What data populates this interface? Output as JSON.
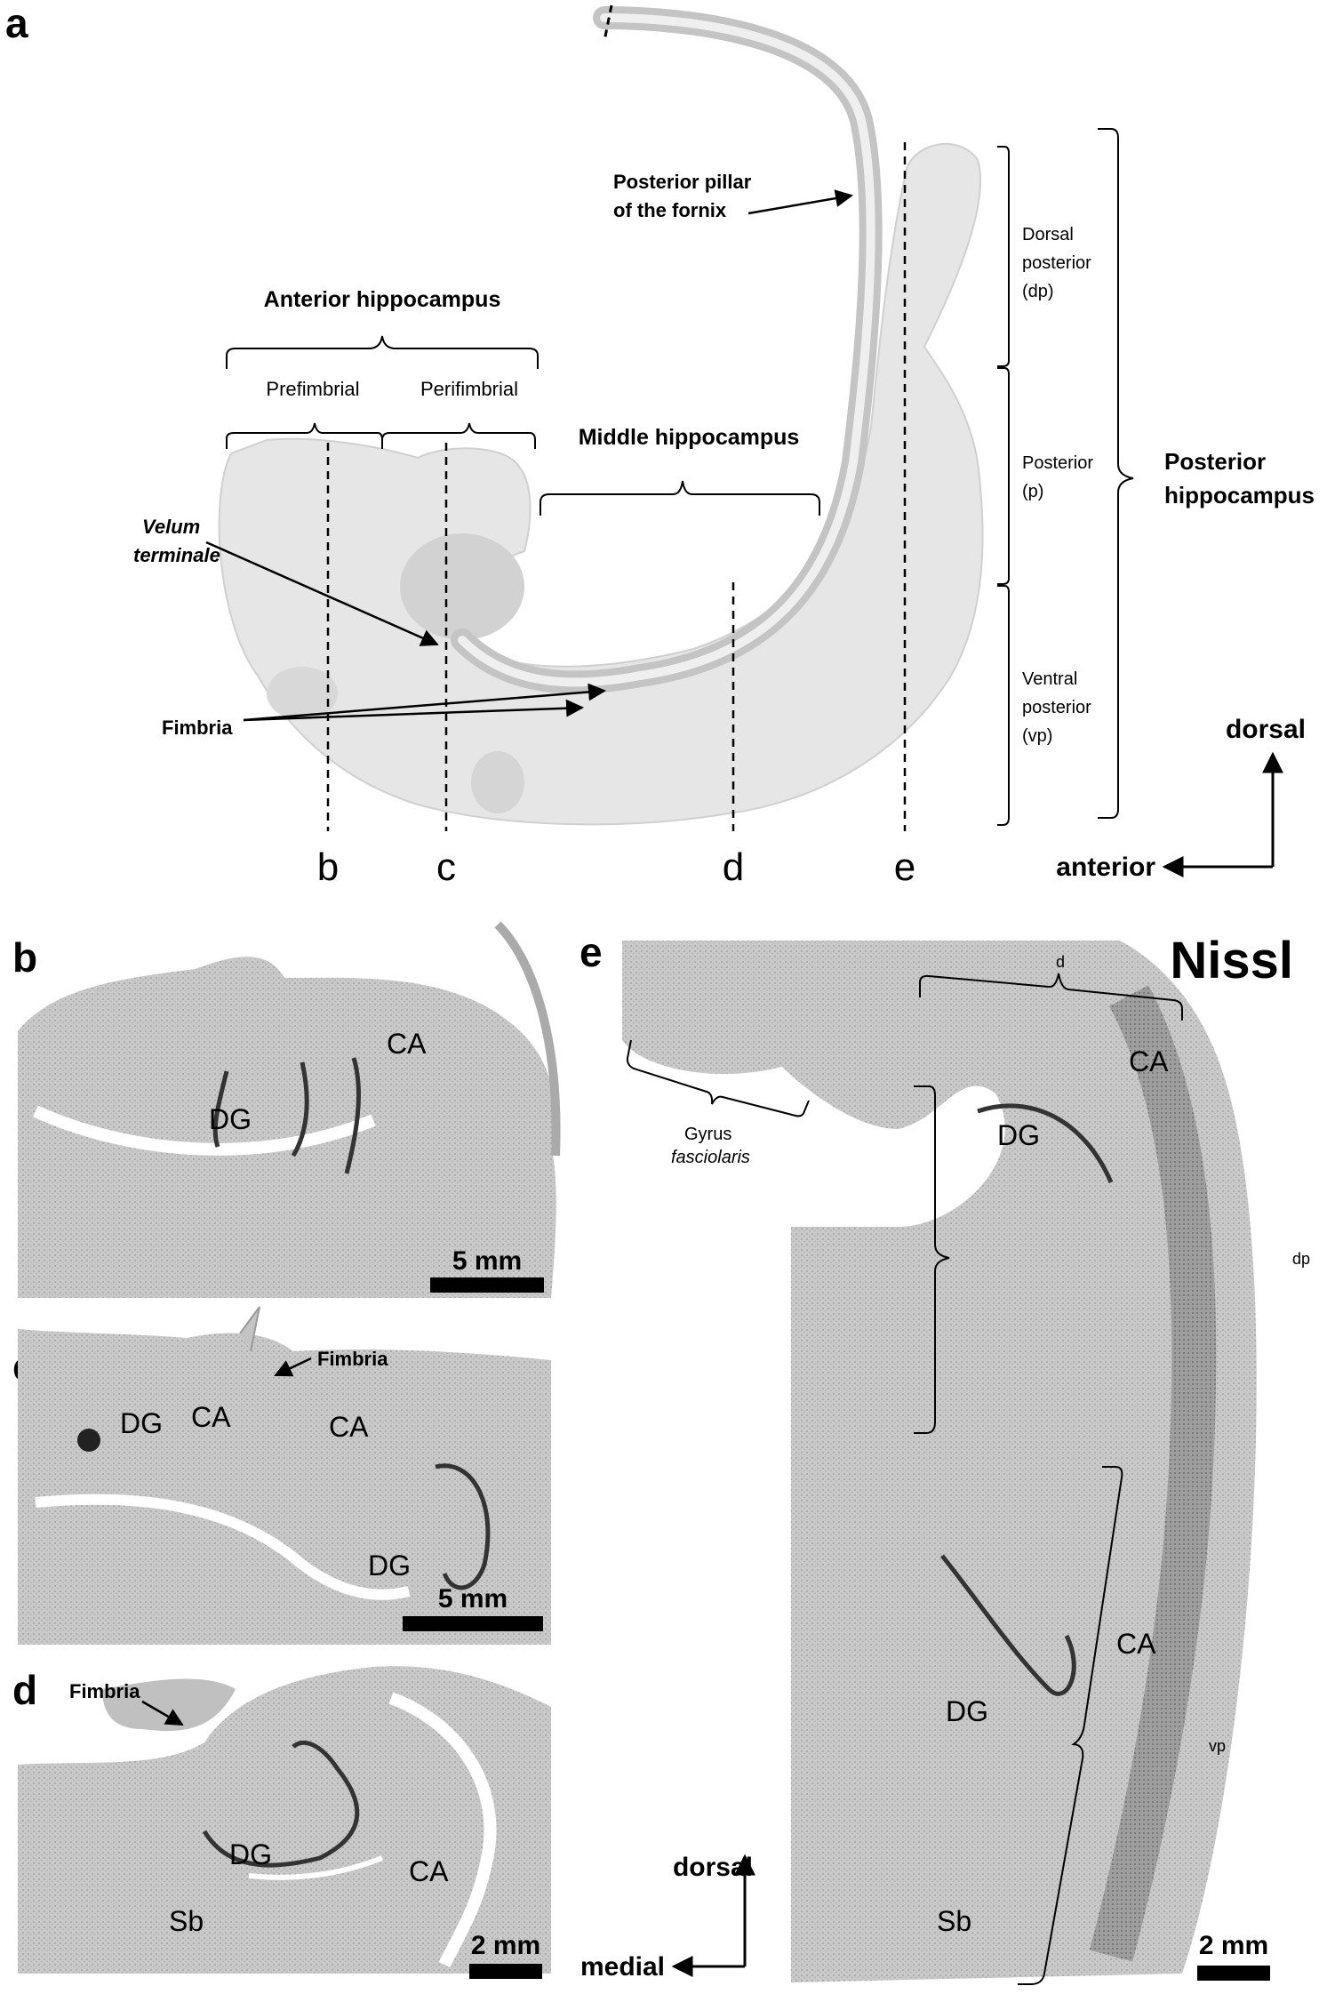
{
  "panel_a": {
    "letter": "a",
    "fornix_label_1": "Posterior pillar",
    "fornix_label_2": "of the fornix",
    "anterior_hippocampus": "Anterior hippocampus",
    "prefimbrial": "Prefimbrial",
    "perifimbrial": "Perifimbrial",
    "middle_hippocampus": "Middle hippocampus",
    "velum_1": "Velum",
    "velum_2": "terminale",
    "fimbria": "Fimbria",
    "dorsal_posterior": [
      "Dorsal",
      "posterior",
      "(dp)"
    ],
    "posterior": [
      "Posterior",
      "(p)"
    ],
    "ventral_posterior": [
      "Ventral",
      "posterior",
      "(vp)"
    ],
    "posterior_hippocampus_1": "Posterior",
    "posterior_hippocampus_2": "hippocampus",
    "cut_b": "b",
    "cut_c": "c",
    "cut_d": "d",
    "cut_e": "e",
    "axis_dorsal": "dorsal",
    "axis_anterior": "anterior"
  },
  "panel_b": {
    "letter": "b",
    "ca": "CA",
    "dg": "DG",
    "scale": "5 mm"
  },
  "panel_c": {
    "letter": "c",
    "fimbria": "Fimbria",
    "dg1": "DG",
    "ca1": "CA",
    "ca2": "CA",
    "dg2": "DG",
    "scale": "5 mm"
  },
  "panel_d": {
    "letter": "d",
    "fimbria": "Fimbria",
    "dg": "DG",
    "ca": "CA",
    "sb": "Sb",
    "scale": "2 mm",
    "axis_dorsal": "dorsal",
    "axis_medial": "medial"
  },
  "panel_e": {
    "letter": "e",
    "stain": "Nissl",
    "d": "d",
    "ca_top": "CA",
    "gyrus_1": "Gyrus",
    "gyrus_2": "fasciolaris",
    "dg_top": "DG",
    "dp": "dp",
    "ca_mid": "CA",
    "dg_bottom": "DG",
    "vp": "vp",
    "sb": "Sb",
    "scale": "2 mm"
  }
}
